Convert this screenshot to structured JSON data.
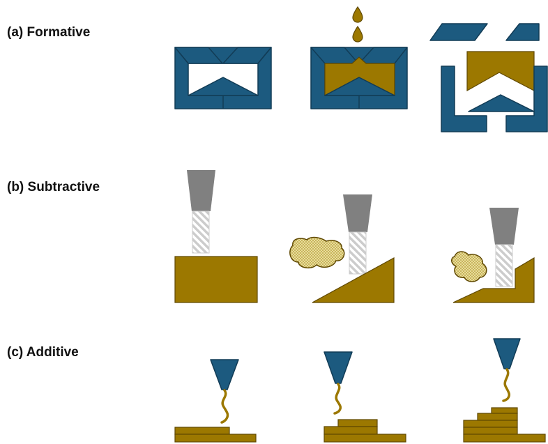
{
  "rows": [
    {
      "key": "formative",
      "label": "(a) Formative",
      "steps": 3
    },
    {
      "key": "subtractive",
      "label": "(b) Subtractive",
      "steps": 3
    },
    {
      "key": "additive",
      "label": "(c) Additive",
      "steps": 3
    }
  ],
  "colors": {
    "mold": "#1c5a7f",
    "mold_outline": "#123c56",
    "material": "#9c7800",
    "material_outline": "#5f4800",
    "tool_body": "#808080",
    "drill_bit": "#cccccc",
    "chip_fill": "#e8dc9c",
    "chip_dots": "#b29a2e"
  }
}
